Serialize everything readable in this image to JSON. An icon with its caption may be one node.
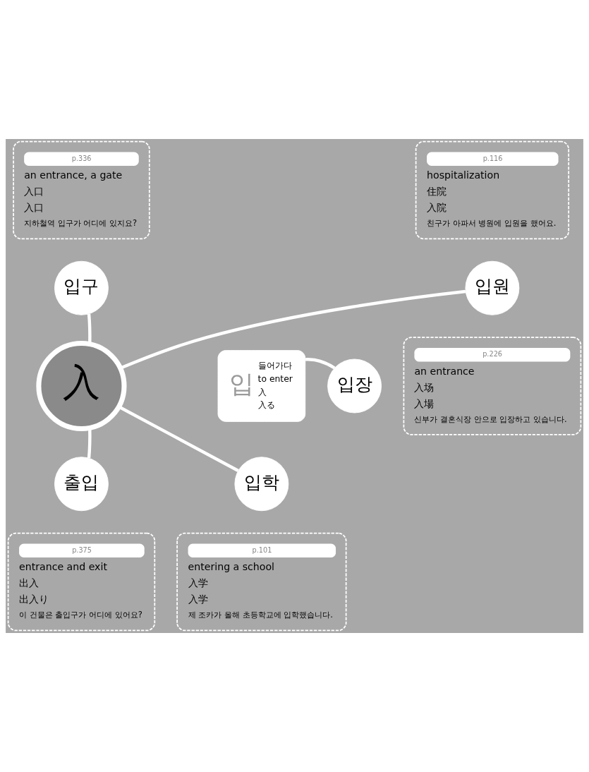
{
  "diagram": {
    "nodes": [
      {
        "text": [
          "p.336",
          "an entrance, a gate",
          "入口",
          "入口",
          "지하철역 입구가 어디에 있지요?"
        ]
      },
      {
        "text": [
          "p.116",
          "hospitalization",
          "住院",
          "入院",
          "친구가 아파서 병원에 입원을 했어요."
        ]
      },
      {
        "text": [
          "입구"
        ]
      },
      {
        "text": [
          "입원"
        ]
      },
      {
        "text": [
          "p.226",
          "an entrance",
          "入场",
          "入場",
          "신부가 결혼식장 안으로 입장하고 있습니다."
        ]
      },
      {
        "text": [
          "入"
        ]
      },
      {
        "text": [
          "입",
          "들어가다",
          "to enter",
          "入",
          "入る"
        ]
      },
      {
        "text": [
          "입장"
        ]
      },
      {
        "text": [
          "출입"
        ]
      },
      {
        "text": [
          "입학"
        ]
      },
      {
        "text": [
          "p.375",
          "entrance and exit",
          "出入",
          "出入り",
          "이 건물은 출입구가 어디에 있어요?"
        ]
      },
      {
        "text": [
          "p.101",
          "entering a school",
          "入学",
          "入学",
          "제 조카가 올해 초등학교에 입학했습니다."
        ]
      }
    ],
    "edges": [
      {
        "from": 5,
        "to": 2,
        "arrow": "none"
      },
      {
        "from": 5,
        "to": 3,
        "arrow": "none"
      },
      {
        "from": 6,
        "to": 7,
        "arrow": "none"
      },
      {
        "from": 5,
        "to": 8,
        "arrow": "none"
      },
      {
        "from": 5,
        "to": 9,
        "arrow": "none"
      }
    ]
  }
}
